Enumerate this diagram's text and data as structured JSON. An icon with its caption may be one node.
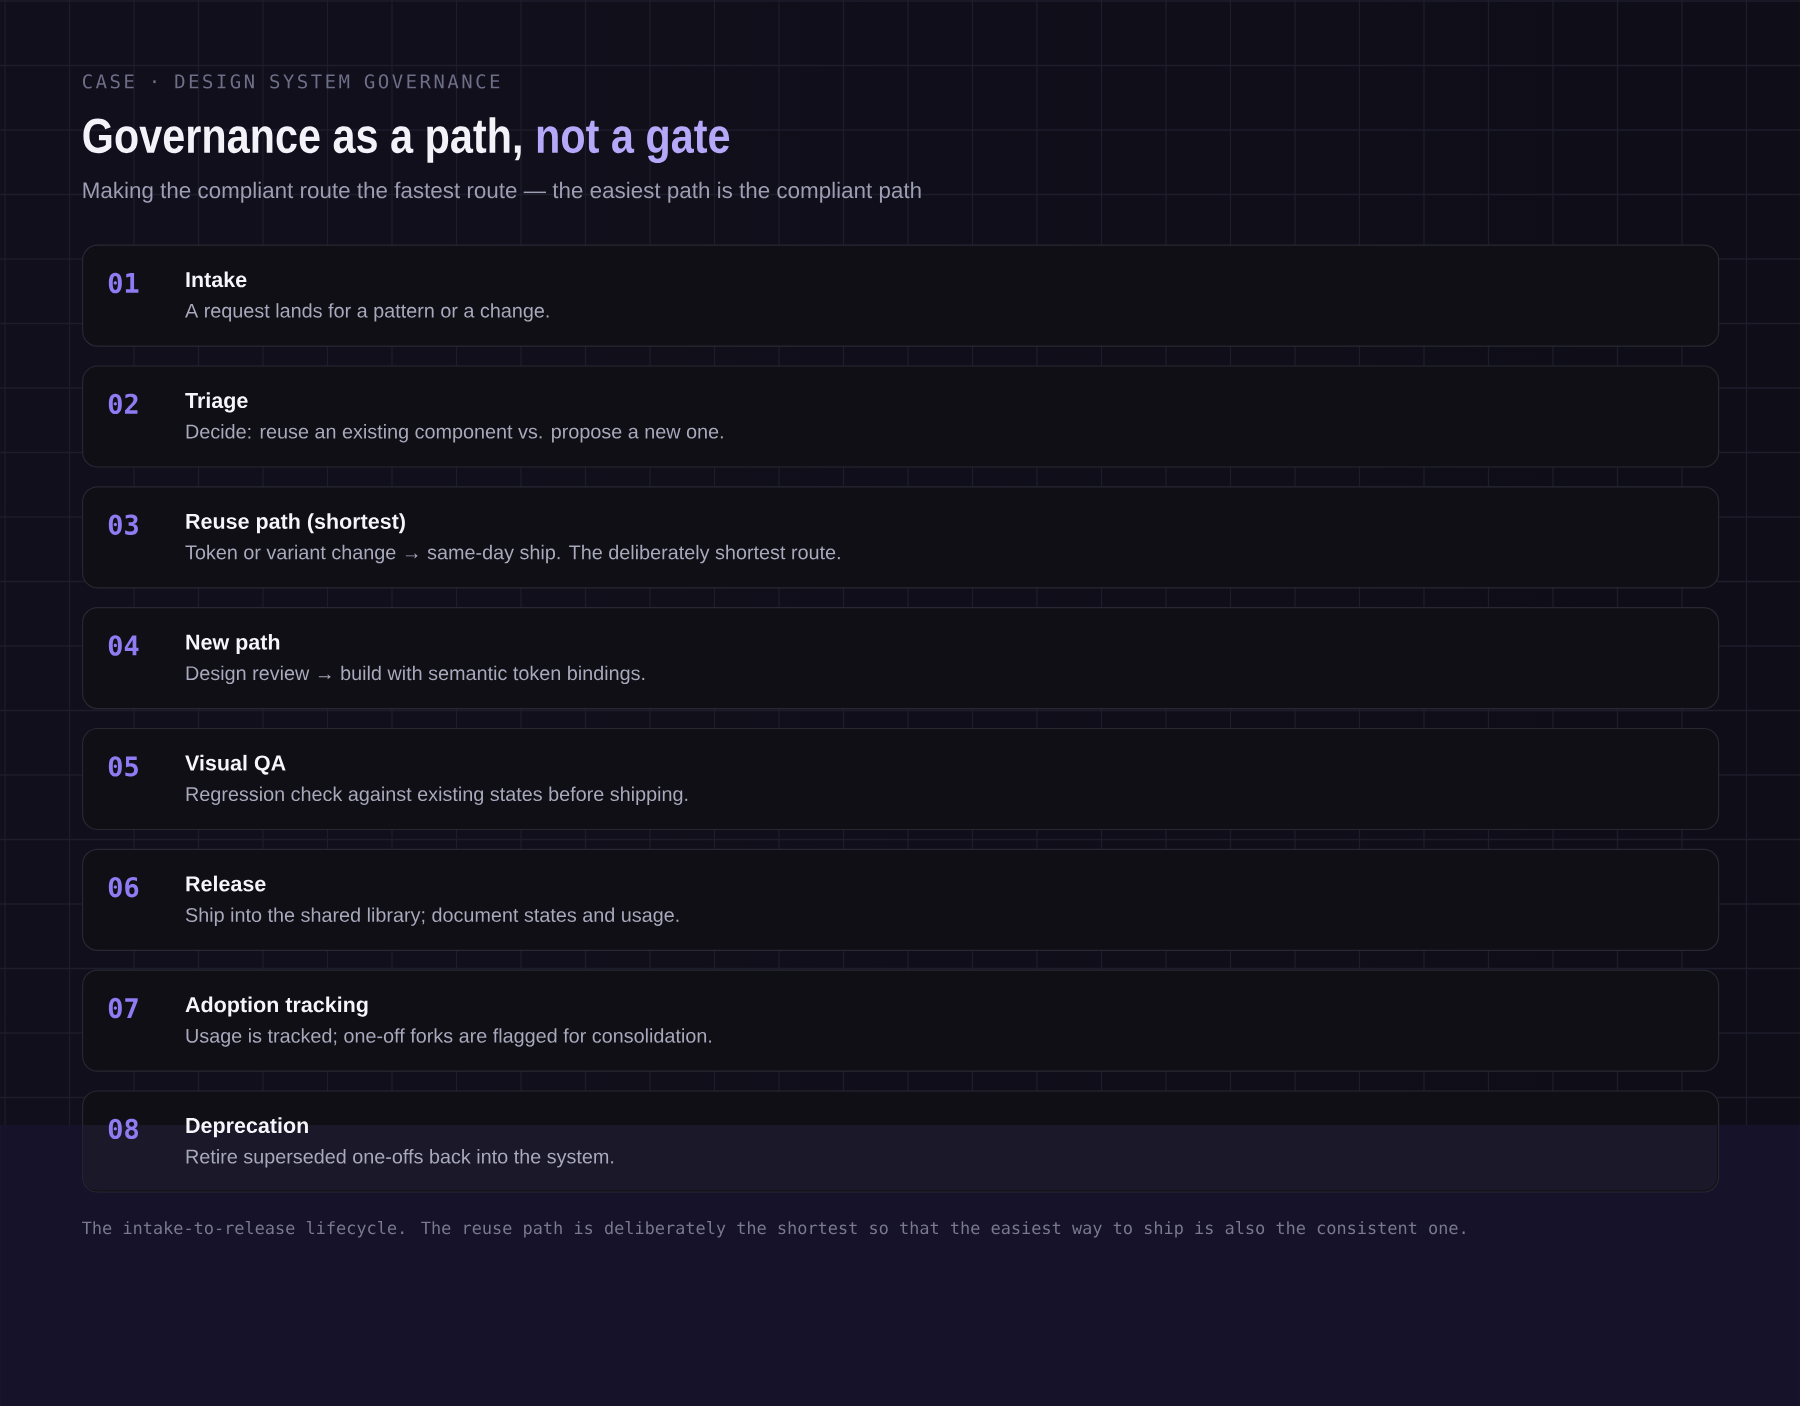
{
  "diagram": {
    "title": "Governance as a path, not a gate",
    "caption": "The intake-to-release lifecycle. The reuse path is deliberately the shortest so that the easiest way to ship is also the consistent one.",
    "labels": [
      "CASE · DESIGN SYSTEM GOVERNANCE",
      "Making the compliant route the fastest route — the easiest path is the compliant path"
    ],
    "nodes": [
      {
        "text": [
          "01",
          "Intake",
          "A request lands for a pattern or a change."
        ]
      },
      {
        "text": [
          "02",
          "Triage",
          "Decide: reuse an existing component vs. propose a new one."
        ]
      },
      {
        "text": [
          "03",
          "Reuse path (shortest)",
          "Token or variant change → same-day ship. The deliberately shortest route."
        ]
      },
      {
        "text": [
          "04",
          "New path",
          "Design review → build with semantic token bindings."
        ]
      },
      {
        "text": [
          "05",
          "Visual QA",
          "Regression check against existing states before shipping."
        ]
      },
      {
        "text": [
          "06",
          "Release",
          "Ship into the shared library; document states and usage."
        ]
      },
      {
        "text": [
          "07",
          "Adoption tracking",
          "Usage is tracked; one-off forks are flagged for consolidation."
        ]
      },
      {
        "text": [
          "08",
          "Deprecation",
          "Retire superseded one-offs back into the system."
        ]
      }
    ]
  }
}
